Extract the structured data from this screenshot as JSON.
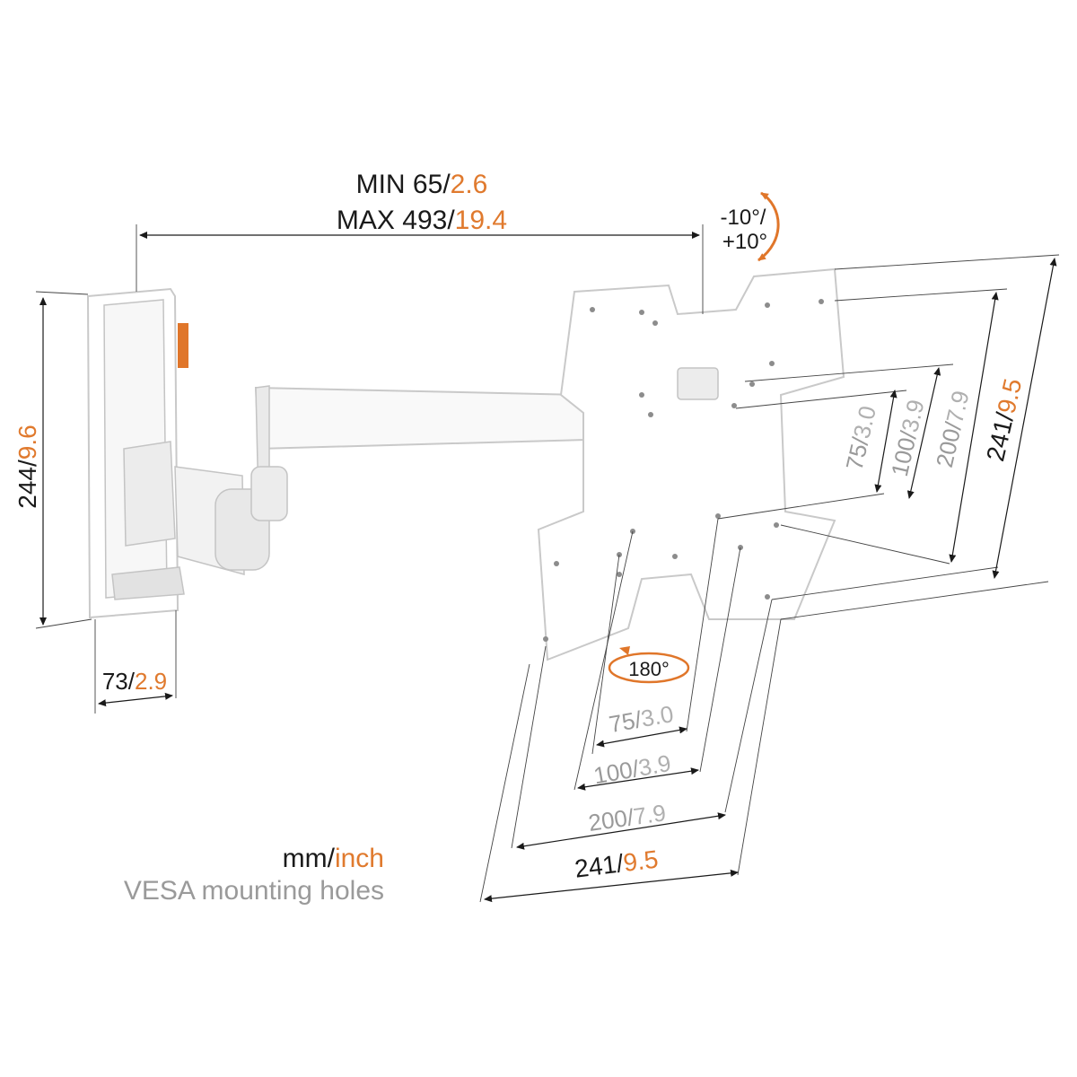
{
  "depth": {
    "mm": "73",
    "sep": "/",
    "inch": "2.9"
  },
  "height": {
    "mm": "244",
    "sep": "/",
    "inch": "9.6"
  },
  "extension": {
    "min_label": "MIN 65",
    "min_sep": "/",
    "min_inch": "2.6",
    "max_label": "MAX 493",
    "max_sep": "/",
    "max_inch": "19.4"
  },
  "tilt": {
    "line1": "-10°/",
    "line2": "+10°"
  },
  "rotation": {
    "label": "180°"
  },
  "vesa_vertical": [
    {
      "mm": "75",
      "sep": "/",
      "inch": "3.0"
    },
    {
      "mm": "100",
      "sep": "/",
      "inch": "3.9"
    },
    {
      "mm": "200",
      "sep": "/",
      "inch": "7.9"
    },
    {
      "mm": "241",
      "sep": "/",
      "inch": "9.5"
    }
  ],
  "vesa_horizontal": [
    {
      "mm": "75",
      "sep": "/",
      "inch": "3.0"
    },
    {
      "mm": "100",
      "sep": "/",
      "inch": "3.9"
    },
    {
      "mm": "200",
      "sep": "/",
      "inch": "7.9"
    },
    {
      "mm": "241",
      "sep": "/",
      "inch": "9.5"
    }
  ],
  "legend": {
    "mm": "mm",
    "sep": "/",
    "inch": "inch",
    "caption": "VESA mounting holes"
  },
  "colors": {
    "mm": "#1a1a1a",
    "inch": "#e07a2e",
    "secondary": "#9a9a9a",
    "accent_orange": "#e0762a"
  }
}
